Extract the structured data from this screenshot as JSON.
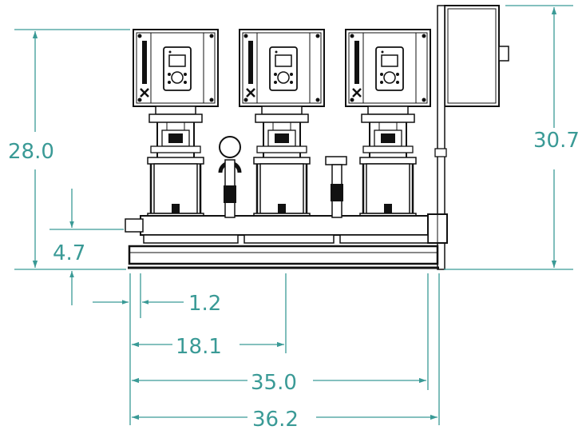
{
  "diagram": {
    "colors": {
      "dimension": "#3a9a96",
      "linework": "#1a1a1a",
      "background": "#ffffff"
    },
    "units": {
      "count": 3,
      "icon": "booster-pump-unit-icon"
    },
    "dimensions": {
      "overall_height": "28.0",
      "cabinet_height": "30.7",
      "base_height": "4.7",
      "base_offset": "1.2",
      "first_unit_center": "18.1",
      "foot_span": "35.0",
      "overall_width": "36.2"
    }
  }
}
